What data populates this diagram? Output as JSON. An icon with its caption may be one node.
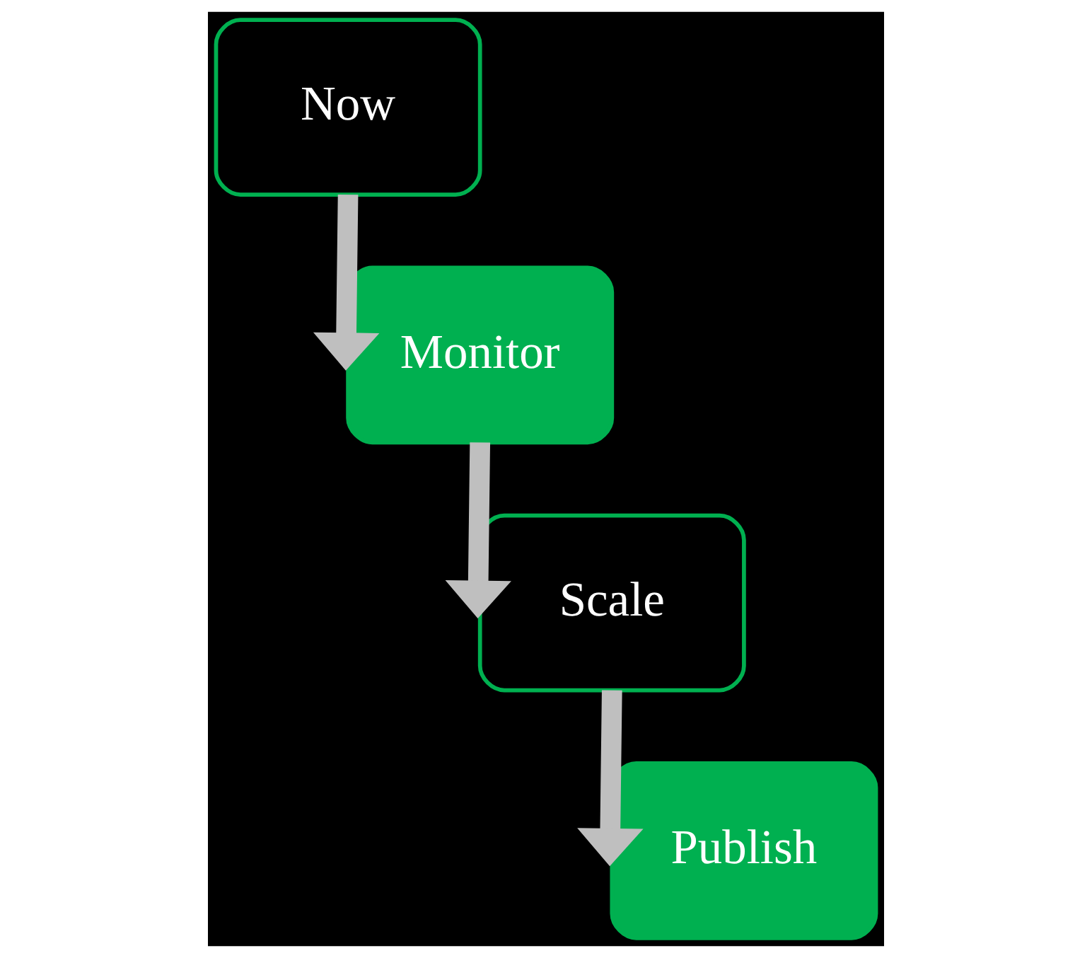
{
  "diagram": {
    "nodes": [
      {
        "text": [
          "Now"
        ]
      },
      {
        "text": [
          "Monitor"
        ]
      },
      {
        "text": [
          "Scale"
        ]
      },
      {
        "text": [
          "Publish"
        ]
      }
    ],
    "edges": [
      {
        "from": 0,
        "to": 1,
        "arrow": "to"
      },
      {
        "from": 1,
        "to": 2,
        "arrow": "to"
      },
      {
        "from": 2,
        "to": 3,
        "arrow": "to"
      }
    ]
  }
}
